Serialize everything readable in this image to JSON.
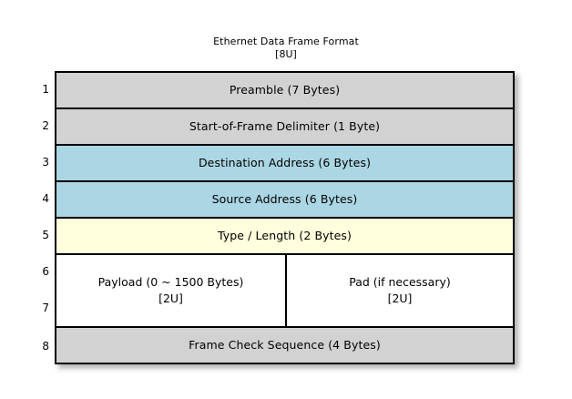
{
  "diagram": {
    "title": "Ethernet Data Frame Format",
    "subtitle": "[8U]",
    "colors": {
      "gray": "#d2d2d2",
      "blue": "#abd6e4",
      "yellow": "#ffffdd",
      "white": "#ffffff",
      "border": "#000000",
      "background": "#ffffff"
    },
    "row_numbers": [
      "1",
      "2",
      "3",
      "4",
      "5",
      "6",
      "7",
      "8"
    ],
    "rows": [
      {
        "number": "1",
        "label": "Preamble (7 Bytes)",
        "fill": "gray"
      },
      {
        "number": "2",
        "label": "Start-of-Frame Delimiter (1 Byte)",
        "fill": "gray"
      },
      {
        "number": "3",
        "label": "Destination Address (6 Bytes)",
        "fill": "blue"
      },
      {
        "number": "4",
        "label": "Source Address (6 Bytes)",
        "fill": "blue"
      },
      {
        "number": "5",
        "label": "Type / Length (2 Bytes)",
        "fill": "yellow"
      },
      {
        "number": "6-7",
        "fill": "white",
        "split": true,
        "left": {
          "label": "Payload (0 ~ 1500 Bytes)",
          "note": "[2U]"
        },
        "right": {
          "label": "Pad (if necessary)",
          "note": "[2U]"
        }
      },
      {
        "number": "8",
        "label": "Frame Check Sequence (4 Bytes)",
        "fill": "gray"
      }
    ]
  }
}
